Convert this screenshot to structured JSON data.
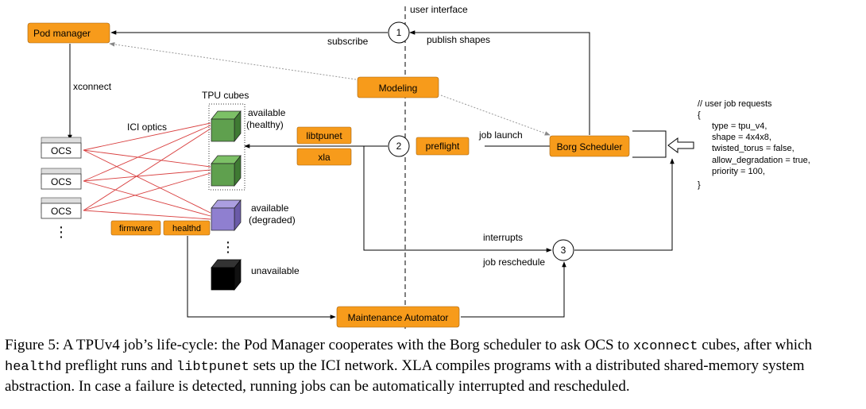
{
  "labels": {
    "user_interface": "user interface",
    "subscribe": "subscribe",
    "publish_shapes": "publish shapes",
    "xconnect": "xconnect",
    "tpu_cubes": "TPU cubes",
    "ici_optics": "ICI optics",
    "available": "available",
    "healthy": "(healthy)",
    "available_degraded": "available",
    "degraded": "(degraded)",
    "unavailable": "unavailable",
    "job_launch": "job launch",
    "interrupts": "interrupts",
    "job_reschedule": "job reschedule",
    "vdots": "⋮"
  },
  "boxes": {
    "pod_manager": "Pod manager",
    "modeling": "Modeling",
    "libtpunet": "libtpunet",
    "xla": "xla",
    "preflight": "preflight",
    "borg_scheduler": "Borg Scheduler",
    "firmware": "firmware",
    "healthd": "healthd",
    "maintenance_automator": "Maintenance Automator",
    "ocs": [
      "OCS",
      "OCS",
      "OCS"
    ]
  },
  "nodes": [
    "1",
    "2",
    "3"
  ],
  "user_request": [
    "// user job requests",
    "{",
    "type = tpu_v4,",
    "shape = 4x4x8,",
    "twisted_torus = false,",
    "allow_degradation = true,",
    "priority = 100,",
    "}"
  ],
  "caption": {
    "p1": "Figure 5: A TPUv4 job’s life-cycle: the Pod Manager cooperates with the Borg scheduler to ask OCS to ",
    "xconnect": "xconnect",
    "p2": " cubes, after which ",
    "healthd": "healthd",
    "p3": " preflight runs and ",
    "libtpunet": "libtpunet",
    "p4": " sets up the ICI network. XLA compiles programs with a distributed shared-memory system abstraction. In case a failure is detected, running jobs can be automatically interrupted and rescheduled."
  },
  "colors": {
    "orange": "#f79b1b",
    "ici_red": "#d94040",
    "green_front": "#5fa04e",
    "green_top": "#7cc066",
    "green_side": "#3f7a33",
    "purple_front": "#8f7fd0",
    "purple_top": "#ab9ee0",
    "purple_side": "#6a5aa8"
  }
}
